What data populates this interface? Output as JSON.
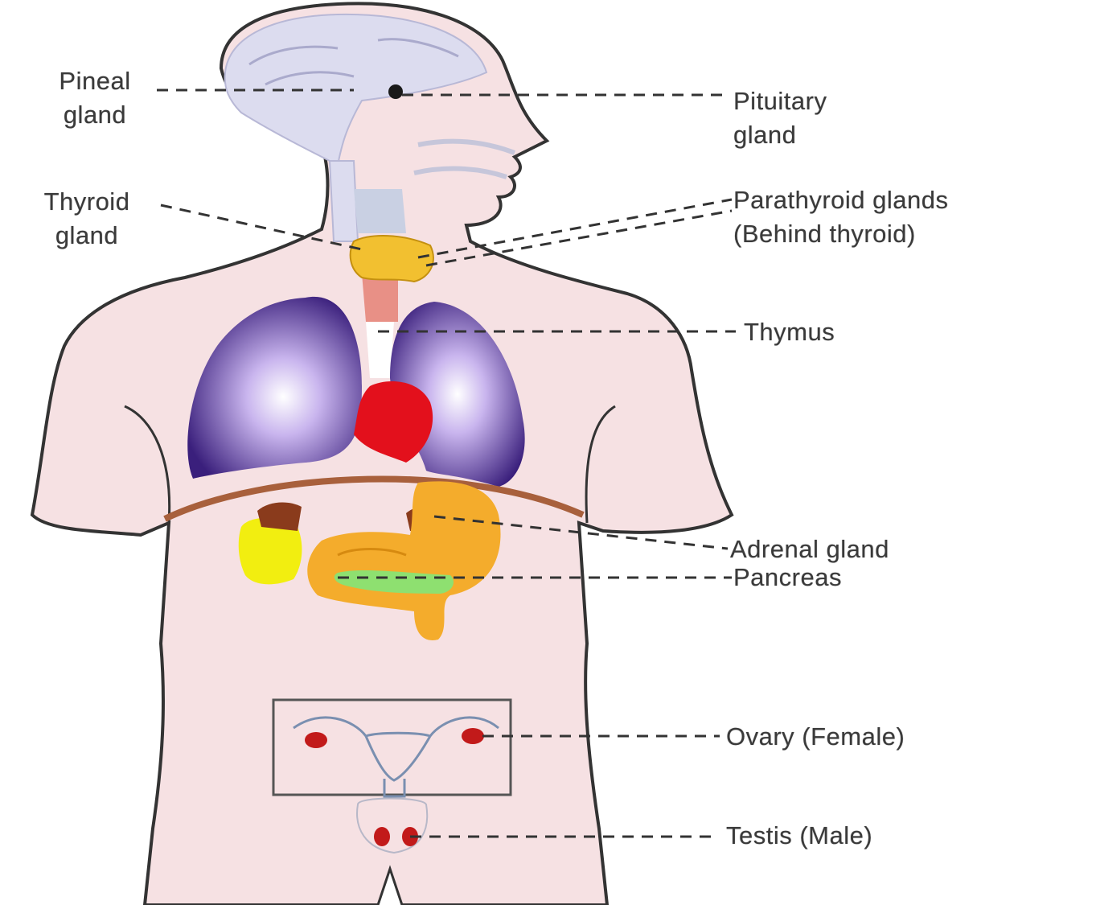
{
  "labels": {
    "pineal": [
      "Pineal",
      "gland"
    ],
    "pituitary": [
      "Pituitary",
      "gland"
    ],
    "thyroid": [
      "Thyroid",
      "gland"
    ],
    "parathyroid": [
      "Parathyroid glands",
      "(Behind thyroid)"
    ],
    "thymus": "Thymus",
    "adrenal": "Adrenal gland",
    "pancreas": "Pancreas",
    "ovary": "Ovary (Female)",
    "testis": "Testis (Male)"
  },
  "colors": {
    "skin": "#f6e1e3",
    "brain": "#dcdcef",
    "lung": "#4b2a8c",
    "heart": "#e3101c",
    "stomach": "#f4ac2c",
    "liver": "#f2ee10",
    "pancreas": "#8ee070",
    "kidney": "#8a3b1c",
    "thyroid": "#f2c030",
    "organs_red": "#c21a1a",
    "outline": "#333333"
  }
}
